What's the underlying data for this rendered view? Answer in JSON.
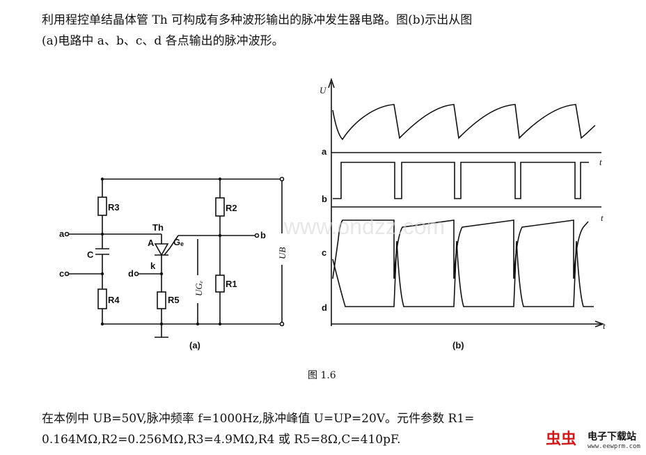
{
  "text": {
    "intro_line1": "利用程控单结晶体管 Th 可构成有多种波形输出的脉冲发生器电路。图(b)示出从图",
    "intro_line2": "(a)电路中 a、b、c、d 各点输出的脉冲波形。",
    "caption": "图 1.6",
    "params_line1": "在本例中 UB=50V,脉冲频率 f=1000Hz,脉冲峰值 U=UP=20V。元件参数 R1=",
    "params_line2": "0.164MΩ,R2=0.256MΩ,R3=4.9MΩ,R4 或 R5=8Ω,C=410pF."
  },
  "circuit": {
    "sub_label": "(a)",
    "labels": {
      "R3": "R3",
      "R2": "R2",
      "R1": "R1",
      "R4": "R4",
      "R5": "R5",
      "C": "C",
      "Th": "Th",
      "A": "A",
      "G": "Gₑ",
      "k": "k",
      "UG": "UGₑ",
      "UB": "UB",
      "a": "a",
      "b": "b",
      "c": "c",
      "d": "d"
    }
  },
  "waveforms": {
    "sub_label": "(b)",
    "y_axis_label": "U",
    "time_label": "t",
    "channel_labels": [
      "a",
      "b",
      "c",
      "d"
    ]
  },
  "watermark": {
    "site": "www.ondzz.com",
    "logo": "虫虫",
    "name": "电子下载站",
    "url": "www.eewprm.com"
  }
}
